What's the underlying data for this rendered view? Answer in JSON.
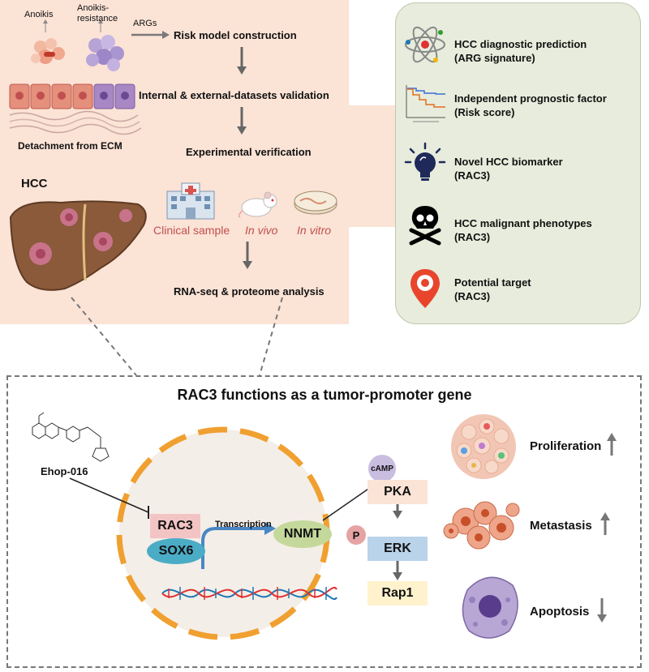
{
  "top": {
    "anoikis": "Anoikis",
    "anoikis_resistance": "Anoikis-\nresistance",
    "args": "ARGs",
    "detachment": "Detachment from ECM",
    "hcc": "HCC",
    "steps": {
      "risk_model": "Risk model construction",
      "validation": "Internal & external-datasets validation",
      "experimental": "Experimental  verification",
      "rnaseq": "RNA-seq & proteome analysis"
    },
    "samples": {
      "clinical": "Clinical sample",
      "in_vivo": "In vivo",
      "in_vitro": "In vitro"
    }
  },
  "outcomes": [
    {
      "icon": "atom-icon",
      "line1": "HCC diagnostic prediction",
      "line2": "(ARG signature)"
    },
    {
      "icon": "survival-curve-icon",
      "line1": "Independent prognostic factor",
      "line2": "(Risk score)"
    },
    {
      "icon": "lightbulb-icon",
      "line1": "Novel HCC biomarker",
      "line2": "(RAC3)"
    },
    {
      "icon": "skull-crossbones-icon",
      "line1": "HCC malignant phenotypes",
      "line2": "(RAC3)"
    },
    {
      "icon": "map-pin-icon",
      "line1": "Potential target",
      "line2": "(RAC3)"
    }
  ],
  "bottom": {
    "title": "RAC3 functions as a tumor-promoter gene",
    "drug": "Ehop-016",
    "rac3": "RAC3",
    "sox6": "SOX6",
    "transcription": "Transcription",
    "nnmt": "NNMT",
    "camp": "cAMP",
    "pka": "PKA",
    "p": "P",
    "erk": "ERK",
    "rap1": "Rap1",
    "phenotypes": [
      {
        "label": "Proliferation",
        "direction": "up"
      },
      {
        "label": "Metastasis",
        "direction": "up"
      },
      {
        "label": "Apoptosis",
        "direction": "down"
      }
    ]
  },
  "colors": {
    "top_panel": "#fbe3d6",
    "outcome_panel": "#e7ecdc",
    "nucleus_ring": "#f0a030",
    "rac3_box": "#f2c4c4",
    "sox6_oval": "#4bacc6",
    "nnmt_oval": "#c4d89b",
    "pka_box": "#fbe3d6",
    "erk_box": "#b9d3ea",
    "rap1_box": "#fff2cc",
    "camp_circle": "#c9bde0",
    "p_circle": "#e6a3a3",
    "sample_text": "#c0504d"
  }
}
